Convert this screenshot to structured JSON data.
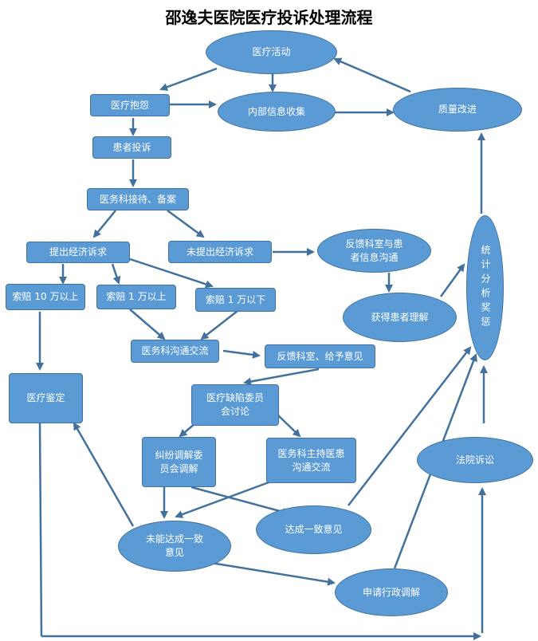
{
  "title": "邵逸夫医院医疗投诉处理流程",
  "colors": {
    "node_fill": "#5b9bd5",
    "node_border": "#41719c",
    "arrow": "#41719c",
    "text": "#ffffff"
  },
  "nodes": {
    "medical_activity": "医疗活动",
    "medical_complaint": "医疗抱怨",
    "internal_info": "内部信息收集",
    "quality_improve": "质量改进",
    "patient_complaint": "患者投诉",
    "reception": "医务科接待、备案",
    "economic_claim": "提出经济诉求",
    "no_economic_claim": "未提出经济诉求",
    "feedback_dept_patient": "反馈科室与患\n者信息沟通",
    "claim_over_100k": "索赔 10 万以上",
    "claim_over_10k": "索赔 1 万以上",
    "claim_under_10k": "索赔 1 万以下",
    "patient_understanding": "获得患者理解",
    "stats_analysis": "统计分析奖惩",
    "dept_communication": "医务科沟通交流",
    "feedback_opinion": "反馈科室、给予意见",
    "medical_appraisal": "医疗鉴定",
    "defect_committee": "医疗缺陷委员\n会讨论",
    "mediation_committee": "纠纷调解委\n员会调解",
    "dept_host_comm": "医务科主持医患\n沟通交流",
    "court_litigation": "法院诉讼",
    "no_agreement": "未能达成一致\n意见",
    "agreement": "达成一致意见",
    "admin_mediation": "申请行政调解"
  }
}
